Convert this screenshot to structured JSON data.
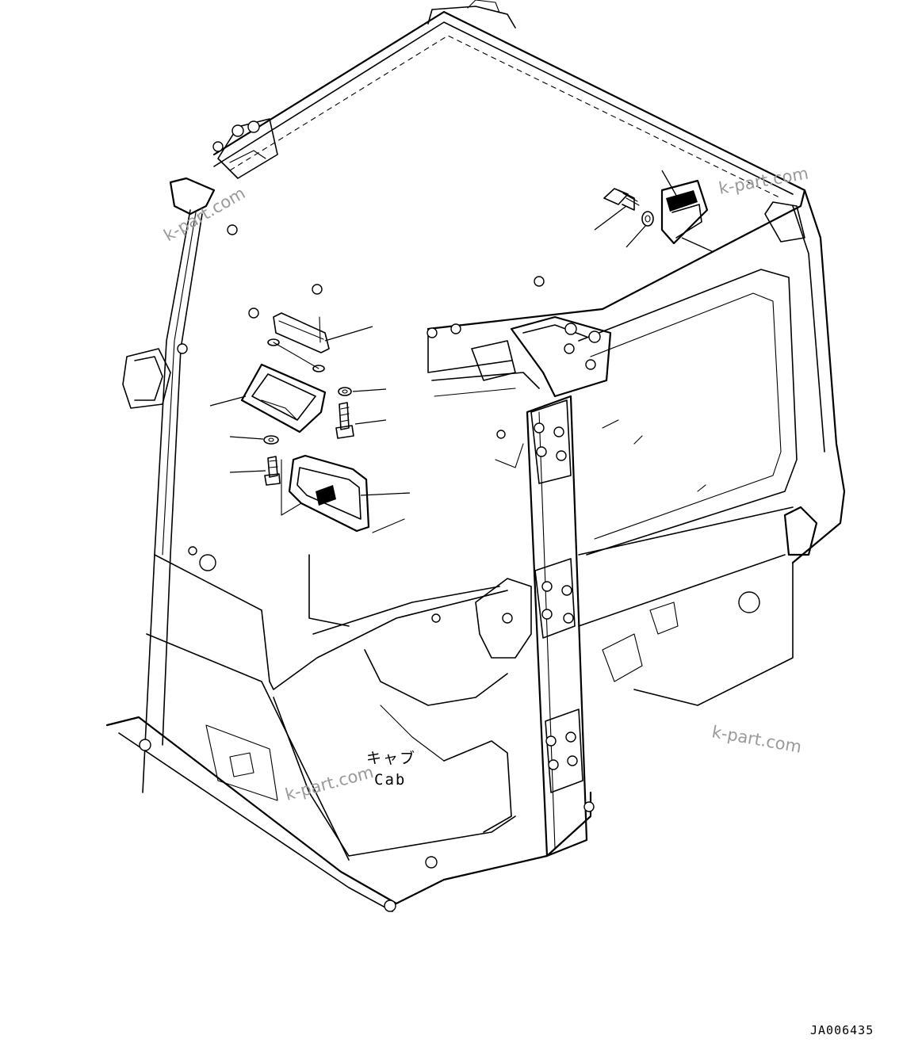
{
  "diagram": {
    "cab_label_jp": "キャブ",
    "cab_label_en": "Cab",
    "drawing_code": "JA006435",
    "watermarks": [
      "k-part.com",
      "k-part.com",
      "k-part.com",
      "k-part.com"
    ]
  }
}
